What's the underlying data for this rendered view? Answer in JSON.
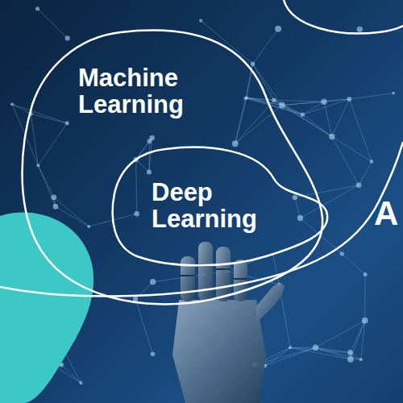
{
  "diagram": {
    "nodes": [
      {
        "text": [
          "Machine Learning"
        ]
      },
      {
        "text": [
          "Deep Learning"
        ],
        "in": 0
      }
    ],
    "labels": [
      "A"
    ]
  }
}
